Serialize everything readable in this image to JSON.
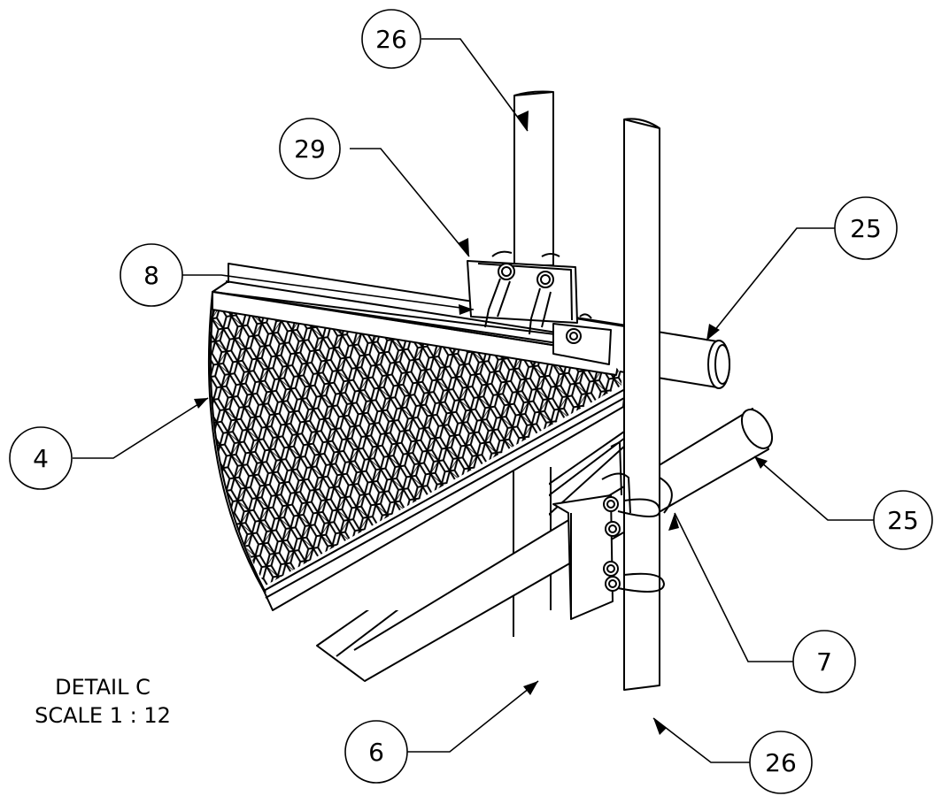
{
  "detail": {
    "title": "DETAIL C",
    "scale": "SCALE 1 : 12"
  },
  "callouts": {
    "top_26": "26",
    "item_29": "29",
    "item_8": "8",
    "right_25_top": "25",
    "item_4": "4",
    "right_25_mid": "25",
    "item_7": "7",
    "item_6": "6",
    "bottom_26": "26"
  },
  "colors": {
    "line": "#000000",
    "background": "#ffffff"
  }
}
